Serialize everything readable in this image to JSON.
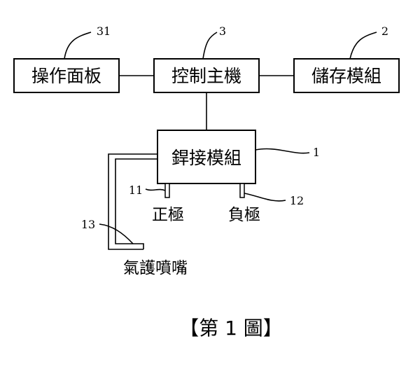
{
  "boxes": {
    "operation_panel": "操作面板",
    "control_host": "控制主機",
    "storage_module": "儲存模組",
    "welding_module": "銲接模組"
  },
  "refs": {
    "operation_panel": "31",
    "control_host": "3",
    "storage_module": "2",
    "welding_module": "1",
    "positive": "11",
    "negative": "12",
    "nozzle": "13"
  },
  "labels": {
    "positive": "正極",
    "negative": "負極",
    "nozzle": "氣護噴嘴"
  },
  "caption": "【第 1 圖】"
}
